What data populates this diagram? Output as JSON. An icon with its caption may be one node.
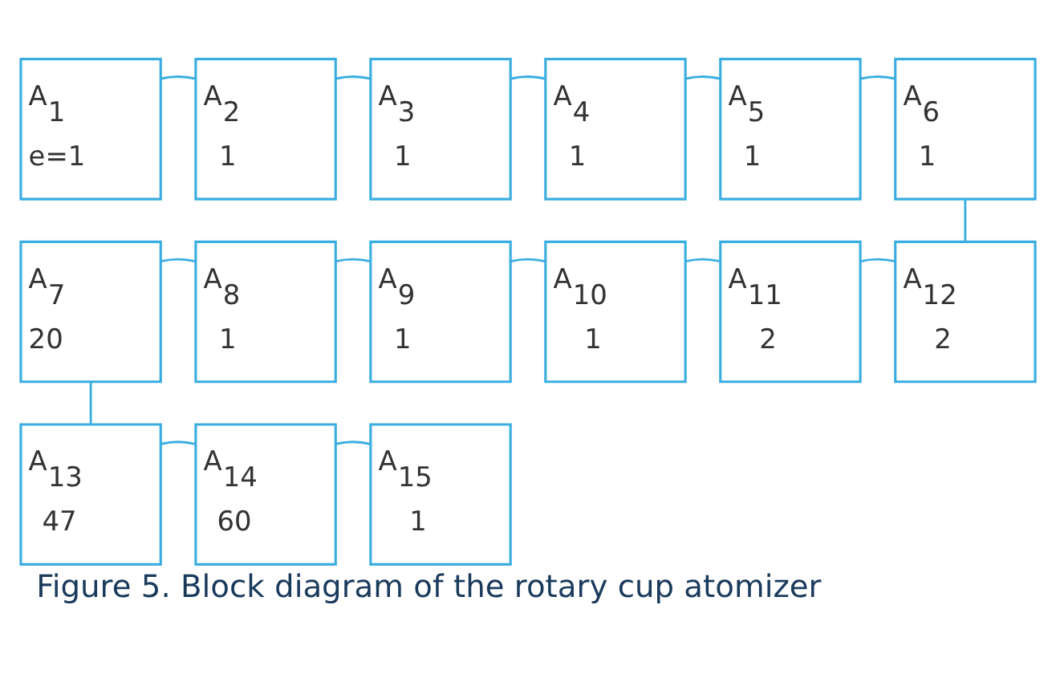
{
  "diagram": {
    "caption": "Figure 5. Block diagram of the rotary cup atomizer",
    "nodes": [
      {
        "text": [
          "A$_{1}$",
          "e=1"
        ]
      },
      {
        "text": [
          "A$_{2}$",
          "1"
        ]
      },
      {
        "text": [
          "A$_{3}$",
          "1"
        ]
      },
      {
        "text": [
          "A$_{4}$",
          "1"
        ]
      },
      {
        "text": [
          "A$_{5}$",
          "1"
        ]
      },
      {
        "text": [
          "A$_{6}$",
          "1"
        ]
      },
      {
        "text": [
          "A$_{7}$",
          "20"
        ]
      },
      {
        "text": [
          "A$_{8}$",
          "1"
        ]
      },
      {
        "text": [
          "A$_{9}$",
          "1"
        ]
      },
      {
        "text": [
          "A$_{10}$",
          "1"
        ]
      },
      {
        "text": [
          "A$_{11}$",
          "2"
        ]
      },
      {
        "text": [
          "A$_{12}$",
          "2"
        ]
      },
      {
        "text": [
          "A$_{13}$",
          "47"
        ]
      },
      {
        "text": [
          "A$_{14}$",
          "60"
        ]
      },
      {
        "text": [
          "A$_{15}$",
          "1"
        ]
      }
    ],
    "edges": [
      {
        "from": 0,
        "to": 1,
        "arrow": "none"
      },
      {
        "from": 1,
        "to": 2,
        "arrow": "none"
      },
      {
        "from": 2,
        "to": 3,
        "arrow": "none"
      },
      {
        "from": 3,
        "to": 4,
        "arrow": "none"
      },
      {
        "from": 4,
        "to": 5,
        "arrow": "none"
      },
      {
        "from": 5,
        "to": 11,
        "arrow": "none"
      },
      {
        "from": 11,
        "to": 10,
        "arrow": "none"
      },
      {
        "from": 10,
        "to": 9,
        "arrow": "none"
      },
      {
        "from": 9,
        "to": 8,
        "arrow": "none"
      },
      {
        "from": 8,
        "to": 7,
        "arrow": "none"
      },
      {
        "from": 7,
        "to": 6,
        "arrow": "none"
      },
      {
        "from": 6,
        "to": 12,
        "arrow": "none"
      },
      {
        "from": 12,
        "to": 13,
        "arrow": "none"
      },
      {
        "from": 13,
        "to": 14,
        "arrow": "none"
      }
    ]
  }
}
